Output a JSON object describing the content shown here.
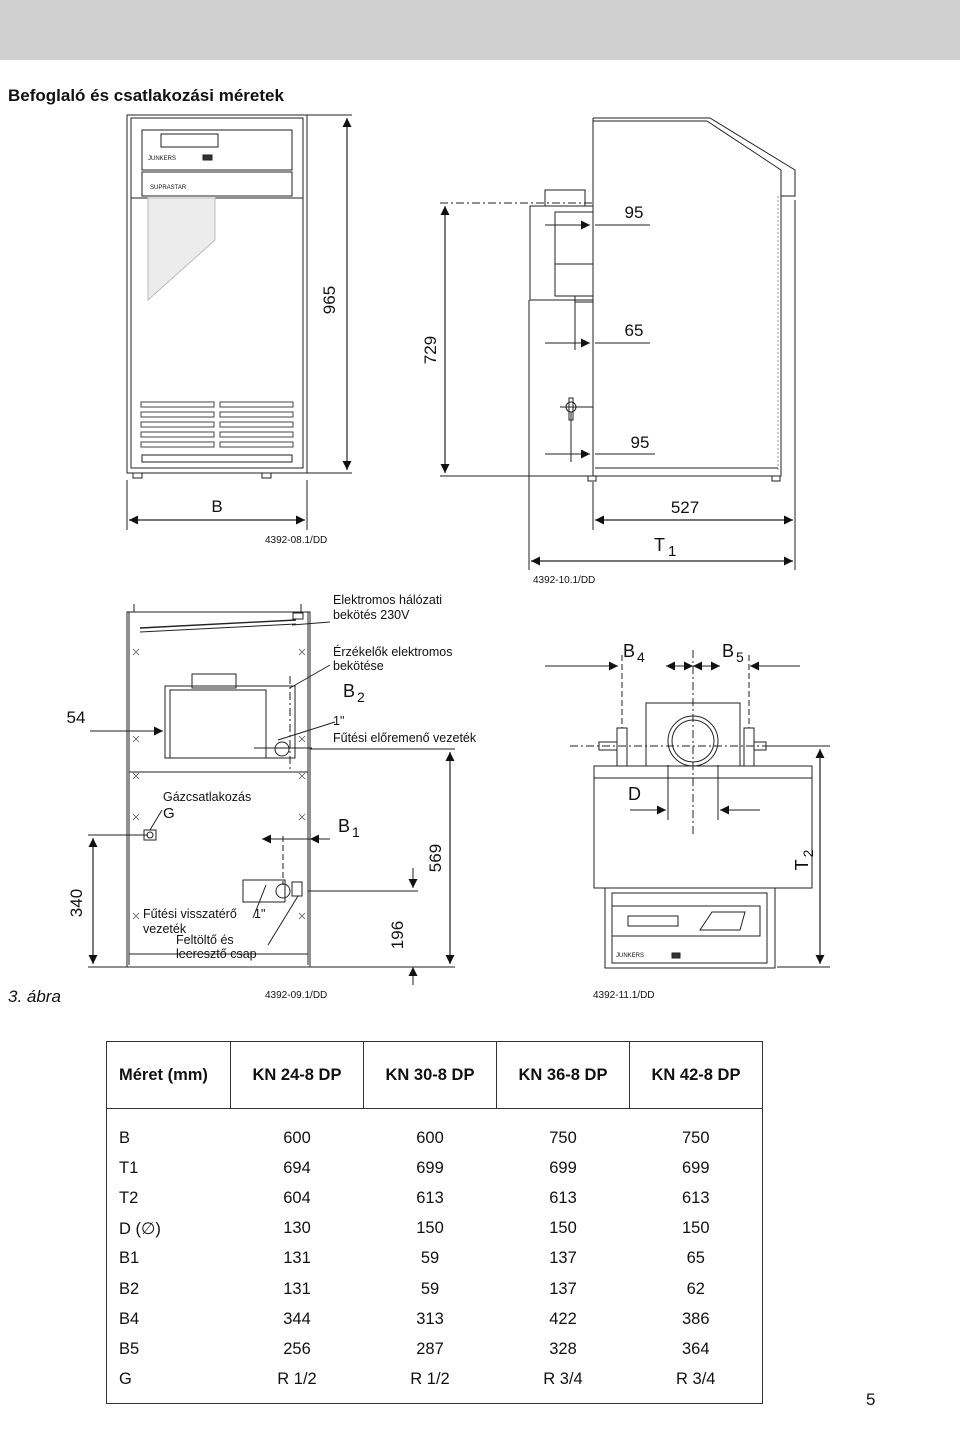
{
  "page": {
    "title": "Befoglaló és csatlakozási méretek",
    "figure_caption": "3. ábra",
    "page_number": "5"
  },
  "front_view": {
    "brand": "JUNKERS",
    "model": "SUPRASTAR",
    "dims": {
      "height": "965",
      "width": "B"
    },
    "code": "4392-08.1/DD"
  },
  "side_view": {
    "dims": {
      "top_pipe": "95",
      "mid_pipe": "65",
      "low_pipe": "95",
      "height": "729",
      "depth_top": "527",
      "depth": "T",
      "depth_sub": "1"
    },
    "code": "4392-10.1/DD"
  },
  "rear_view": {
    "labels": {
      "power_line1": "Elektromos hálózati",
      "power_line2": "bekötés 230V",
      "sensor_line1": "Érzékelők elektromos",
      "sensor_line2": "bekötése",
      "b2": "B",
      "b2_sub": "2",
      "flow_size": "1\"",
      "flow": "Fűtési előremenő vezeték",
      "gas": "Gázcsatlakozás",
      "g": "G",
      "b1": "B",
      "b1_sub": "1",
      "return1": "Fűtési visszatérő",
      "return_size": "1\"",
      "return2": "vezeték",
      "fill1": "Feltöltő és",
      "fill2": "leeresztő csap"
    },
    "dims": {
      "d54": "54",
      "d340": "340",
      "d196": "196",
      "d569": "569"
    },
    "code": "4392-09.1/DD"
  },
  "top_view": {
    "labels": {
      "b4": "B",
      "b4_sub": "4",
      "b5": "B",
      "b5_sub": "5",
      "d": "D",
      "t2": "T",
      "t2_sub": "2"
    },
    "code": "4392-11.1/DD"
  },
  "table": {
    "headers": [
      "Méret (mm)",
      "KN 24-8 DP",
      "KN 30-8 DP",
      "KN 36-8 DP",
      "KN 42-8 DP"
    ],
    "rows": [
      [
        "B",
        "600",
        "600",
        "750",
        "750"
      ],
      [
        "T1",
        "694",
        "699",
        "699",
        "699"
      ],
      [
        "T2",
        "604",
        "613",
        "613",
        "613"
      ],
      [
        "D (∅)",
        "130",
        "150",
        "150",
        "150"
      ],
      [
        "B1",
        "131",
        "59",
        "137",
        "65"
      ],
      [
        "B2",
        "131",
        "59",
        "137",
        "62"
      ],
      [
        "B4",
        "344",
        "313",
        "422",
        "386"
      ],
      [
        "B5",
        "256",
        "287",
        "328",
        "364"
      ],
      [
        "G",
        "R 1/2",
        "R 1/2",
        "R 3/4",
        "R 3/4"
      ]
    ]
  }
}
